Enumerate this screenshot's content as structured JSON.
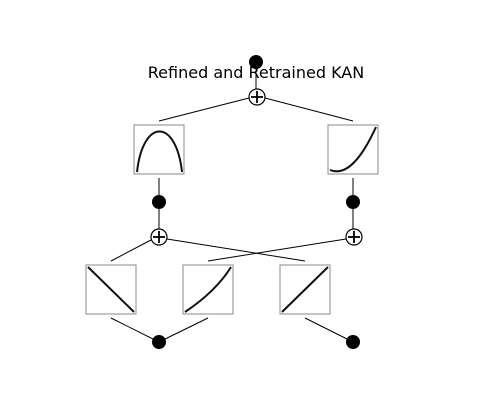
{
  "diagram": {
    "title": "Refined and Retrained KAN",
    "colors": {
      "node": "#000000",
      "edge": "#000000",
      "box_border": "#888888",
      "curve": "#111111",
      "background": "#ffffff"
    },
    "layers": [
      {
        "name": "input-layer",
        "nodes": 2
      },
      {
        "name": "hidden-layer",
        "nodes": 2,
        "functions": [
          {
            "from_input": 1,
            "to_sum": 1,
            "shape": "decreasing-linear"
          },
          {
            "from_input": 1,
            "to_sum": 2,
            "shape": "increasing-convex"
          },
          {
            "from_input": 2,
            "to_sum": 1,
            "shape": "increasing-linear"
          }
        ]
      },
      {
        "name": "output-layer",
        "nodes": 1,
        "functions": [
          {
            "from_hidden": 1,
            "to_sum": 1,
            "shape": "inverted-parabola"
          },
          {
            "from_hidden": 2,
            "to_sum": 1,
            "shape": "increasing-convex"
          }
        ]
      }
    ]
  }
}
